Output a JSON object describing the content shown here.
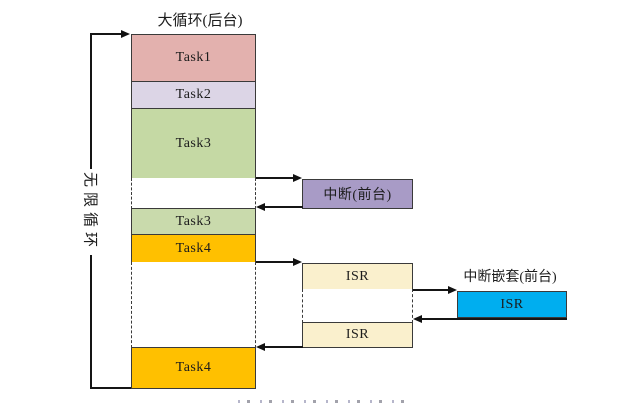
{
  "diagram": {
    "title": "大循环(后台)",
    "loop_label": "无限循环",
    "column_blocks": [
      {
        "label": "Task1",
        "color": "#E3B1AE"
      },
      {
        "label": "Task2",
        "color": "#DCD5E6"
      },
      {
        "label": "Task3",
        "color": "#C5D9A4"
      },
      {
        "label": "Task3",
        "color": "#C9DAAC"
      },
      {
        "label": "Task4",
        "color": "#FFC000"
      },
      {
        "label": "Task4",
        "color": "#FFC000"
      }
    ],
    "interrupt_box": {
      "label": "中断(前台)",
      "color": "#A89BC6"
    },
    "isr_box_1": {
      "label": "ISR",
      "color": "#FAF0CD"
    },
    "isr_box_2": {
      "label": "ISR",
      "color": "#FAF0CD"
    },
    "nested_interrupt": {
      "title": "中断嵌套(前台)",
      "label": "ISR",
      "color": "#00AEEF"
    },
    "line_color": "#151515"
  }
}
